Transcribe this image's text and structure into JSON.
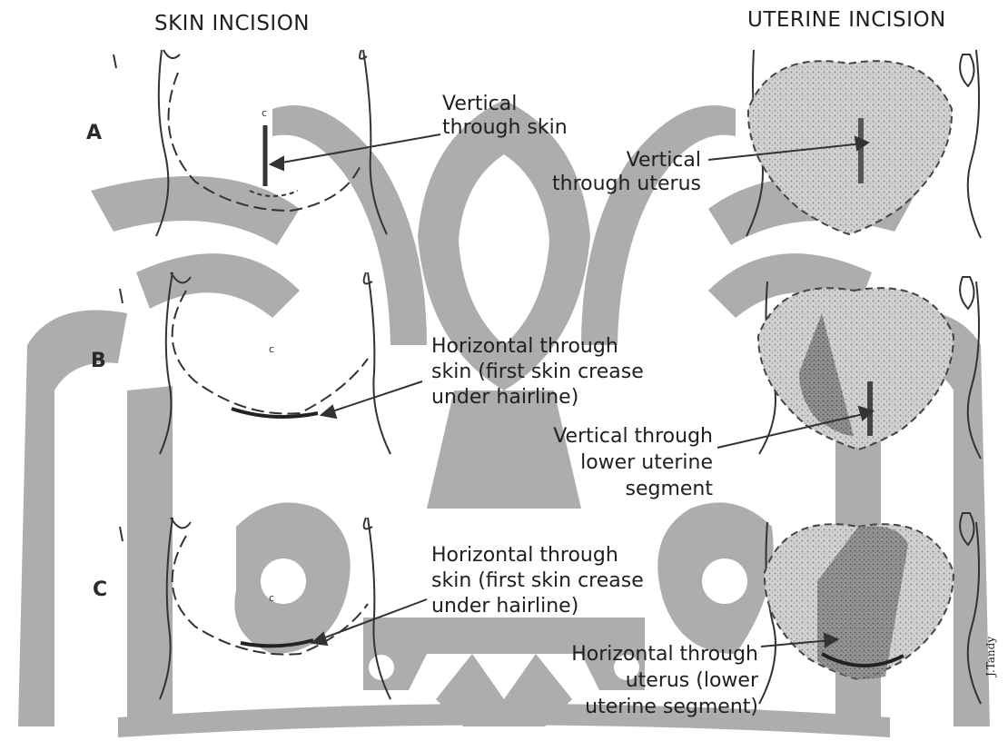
{
  "headers": {
    "left": "SKIN INCISION",
    "right": "UTERINE INCISION"
  },
  "rows": [
    {
      "label": "A",
      "skin_caption": "Vertical\nthrough skin",
      "uterine_caption": "Vertical\nthrough uterus"
    },
    {
      "label": "B",
      "skin_caption": "Horizontal through\nskin (first skin crease\nunder hairline)",
      "uterine_caption": "Vertical through\nlower uterine\nsegment"
    },
    {
      "label": "C",
      "skin_caption": "Horizontal through\nskin (first skin crease\nunder hairline)",
      "uterine_caption": "Horizontal through\nuterus (lower\nuterine segment)"
    }
  ],
  "signature": "J.Tandy",
  "colors": {
    "line": "#333333",
    "watermark": "#a9a9a9",
    "uterus_light": "#c9c9c9",
    "uterus_dark": "#7a7a7a",
    "incision": "#3a3a3a"
  }
}
